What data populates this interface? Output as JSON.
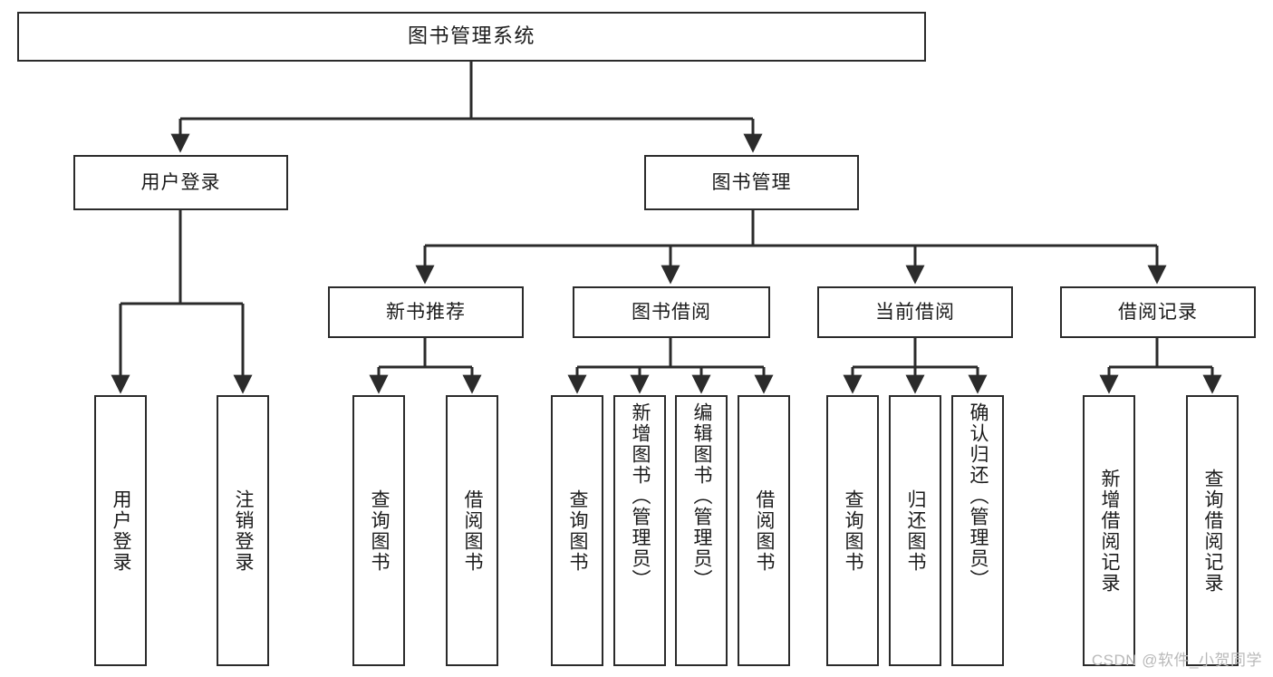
{
  "diagram": {
    "title": "图书管理系统",
    "watermark": "CSDN @软件_小贺同学",
    "colors": {
      "stroke": "#2b2b2b",
      "fill": "#ffffff",
      "text": "#1b1b1b",
      "watermark": "#b9b9b9"
    },
    "nodes": {
      "root": {
        "label": "图书管理系统"
      },
      "level2": [
        {
          "id": "user-login",
          "label": "用户登录"
        },
        {
          "id": "book-manage",
          "label": "图书管理"
        }
      ],
      "level3": [
        {
          "id": "new-book-recommend",
          "label": "新书推荐"
        },
        {
          "id": "book-borrow",
          "label": "图书借阅"
        },
        {
          "id": "current-borrow",
          "label": "当前借阅"
        },
        {
          "id": "borrow-record",
          "label": "借阅记录"
        }
      ],
      "leaves": {
        "user-login": [
          {
            "id": "leaf-user-login",
            "label": "用户登录"
          },
          {
            "id": "leaf-user-logout",
            "label": "注销登录"
          }
        ],
        "new-book-recommend": [
          {
            "id": "leaf-query-book-1",
            "label": "查询图书"
          },
          {
            "id": "leaf-borrow-book-1",
            "label": "借阅图书"
          }
        ],
        "book-borrow": [
          {
            "id": "leaf-query-book-2",
            "label": "查询图书"
          },
          {
            "id": "leaf-add-book-admin",
            "label": "新增图书（管理员）"
          },
          {
            "id": "leaf-edit-book-admin",
            "label": "编辑图书（管理员）"
          },
          {
            "id": "leaf-borrow-book-2",
            "label": "借阅图书"
          }
        ],
        "current-borrow": [
          {
            "id": "leaf-query-book-3",
            "label": "查询图书"
          },
          {
            "id": "leaf-return-book",
            "label": "归还图书"
          },
          {
            "id": "leaf-confirm-return-admin",
            "label": "确认归还（管理员）"
          }
        ],
        "borrow-record": [
          {
            "id": "leaf-add-borrow-record",
            "label": "新增借阅记录"
          },
          {
            "id": "leaf-query-borrow-record",
            "label": "查询借阅记录"
          }
        ]
      }
    }
  }
}
